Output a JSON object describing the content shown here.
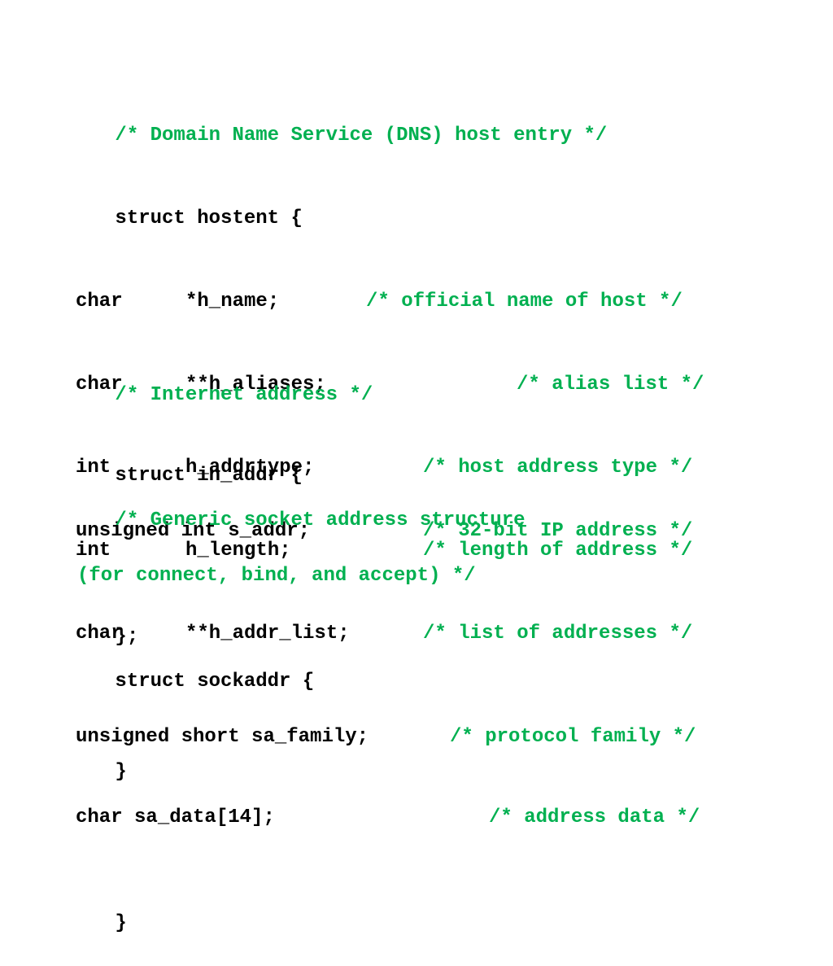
{
  "hostent_block": {
    "header_comment": "/* Domain Name Service (DNS) host entry */",
    "open": "struct hostent {",
    "fields": [
      {
        "type": "char",
        "name": "*h_name;",
        "comment": "/* official name of host */"
      },
      {
        "type": "char",
        "name": "**h_aliases;",
        "comment": "/* alias list */"
      },
      {
        "type": "int",
        "name": "h_addrtype;",
        "comment": "/* host address type */"
      },
      {
        "type": "int",
        "name": "h_length;",
        "comment": "/* length of address */"
      },
      {
        "type": "char",
        "name": "**h_addr_list;",
        "comment": "/* list of addresses */"
      }
    ],
    "close": "}"
  },
  "in_addr_block": {
    "header_comment": "/* Internet address */",
    "open": "struct in_addr {",
    "field": "unsigned int s_addr;",
    "field_comment": "/* 32-bit IP address */",
    "close": "};"
  },
  "sockaddr_block": {
    "header_comment_line1": "/* Generic socket address structure",
    "header_comment_line2": "(for connect, bind, and accept) */",
    "open": "struct sockaddr {",
    "fields": [
      {
        "decl": "unsigned short sa_family;",
        "comment": "/* protocol family */"
      },
      {
        "decl": "char sa_data[14];",
        "comment": "/* address data */"
      }
    ],
    "close": "}"
  },
  "colors": {
    "comment": "#00b050",
    "code": "#000000",
    "background": "#ffffff"
  }
}
